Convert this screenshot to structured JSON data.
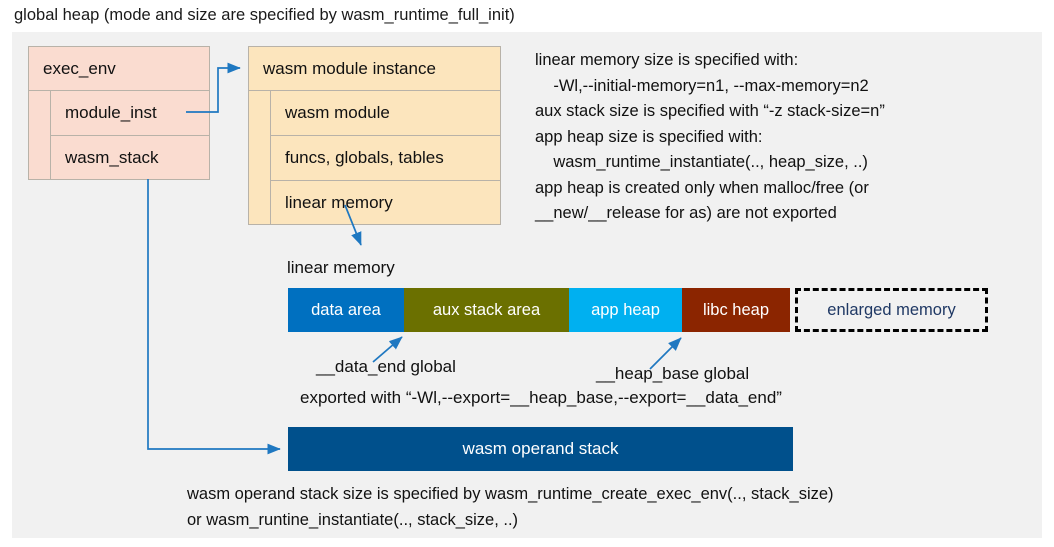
{
  "title": "global heap (mode and size are specified by wasm_runtime_full_init)",
  "exec_env": {
    "header": "exec_env",
    "rows": [
      "module_inst",
      "wasm_stack"
    ],
    "color": "#fadcd0"
  },
  "module_instance": {
    "header": "wasm module instance",
    "rows": [
      "wasm module",
      "funcs, globals, tables",
      "linear memory"
    ],
    "color": "#fce5bd"
  },
  "notes": {
    "main": "linear memory size is specified with:\n    -Wl,--initial-memory=n1, --max-memory=n2\naux stack size is specified with “-z stack-size=n”\napp heap size is specified with:\n    wasm_runtime_instantiate(.., heap_size, ..)\napp heap is created only when malloc/free (or\n__new/__release for as) are not exported",
    "bottom": "wasm operand stack size is specified by wasm_runtime_create_exec_env(.., stack_size)\nor wasm_runtine_instantiate(.., stack_size, ..)"
  },
  "linear_memory": {
    "label": "linear memory",
    "segments": [
      {
        "label": "data area",
        "color": "#0070c0",
        "text_color": "#ffffff",
        "width": 116,
        "dashed": false
      },
      {
        "label": "aux stack area",
        "color": "#6b7000",
        "text_color": "#ffffff",
        "width": 165,
        "dashed": false
      },
      {
        "label": "app heap",
        "color": "#00b0f0",
        "text_color": "#ffffff",
        "width": 113,
        "dashed": false
      },
      {
        "label": "libc heap",
        "color": "#8b2500",
        "text_color": "#ffffff",
        "width": 108,
        "dashed": false
      },
      {
        "label": "enlarged memory",
        "color": "#f1f1f1",
        "text_color": "#1f3864",
        "width": 193,
        "dashed": true
      }
    ]
  },
  "annotations": {
    "data_end": "__data_end global",
    "heap_base": "__heap_base global",
    "exported": "exported with “-Wl,--export=__heap_base,--export=__data_end”"
  },
  "operand_stack": {
    "label": "wasm operand stack",
    "color": "#00508c"
  },
  "colors": {
    "panel_background": "#f1f1f1",
    "arrow": "#1f78c1",
    "box_border": "#b8b2a8"
  }
}
